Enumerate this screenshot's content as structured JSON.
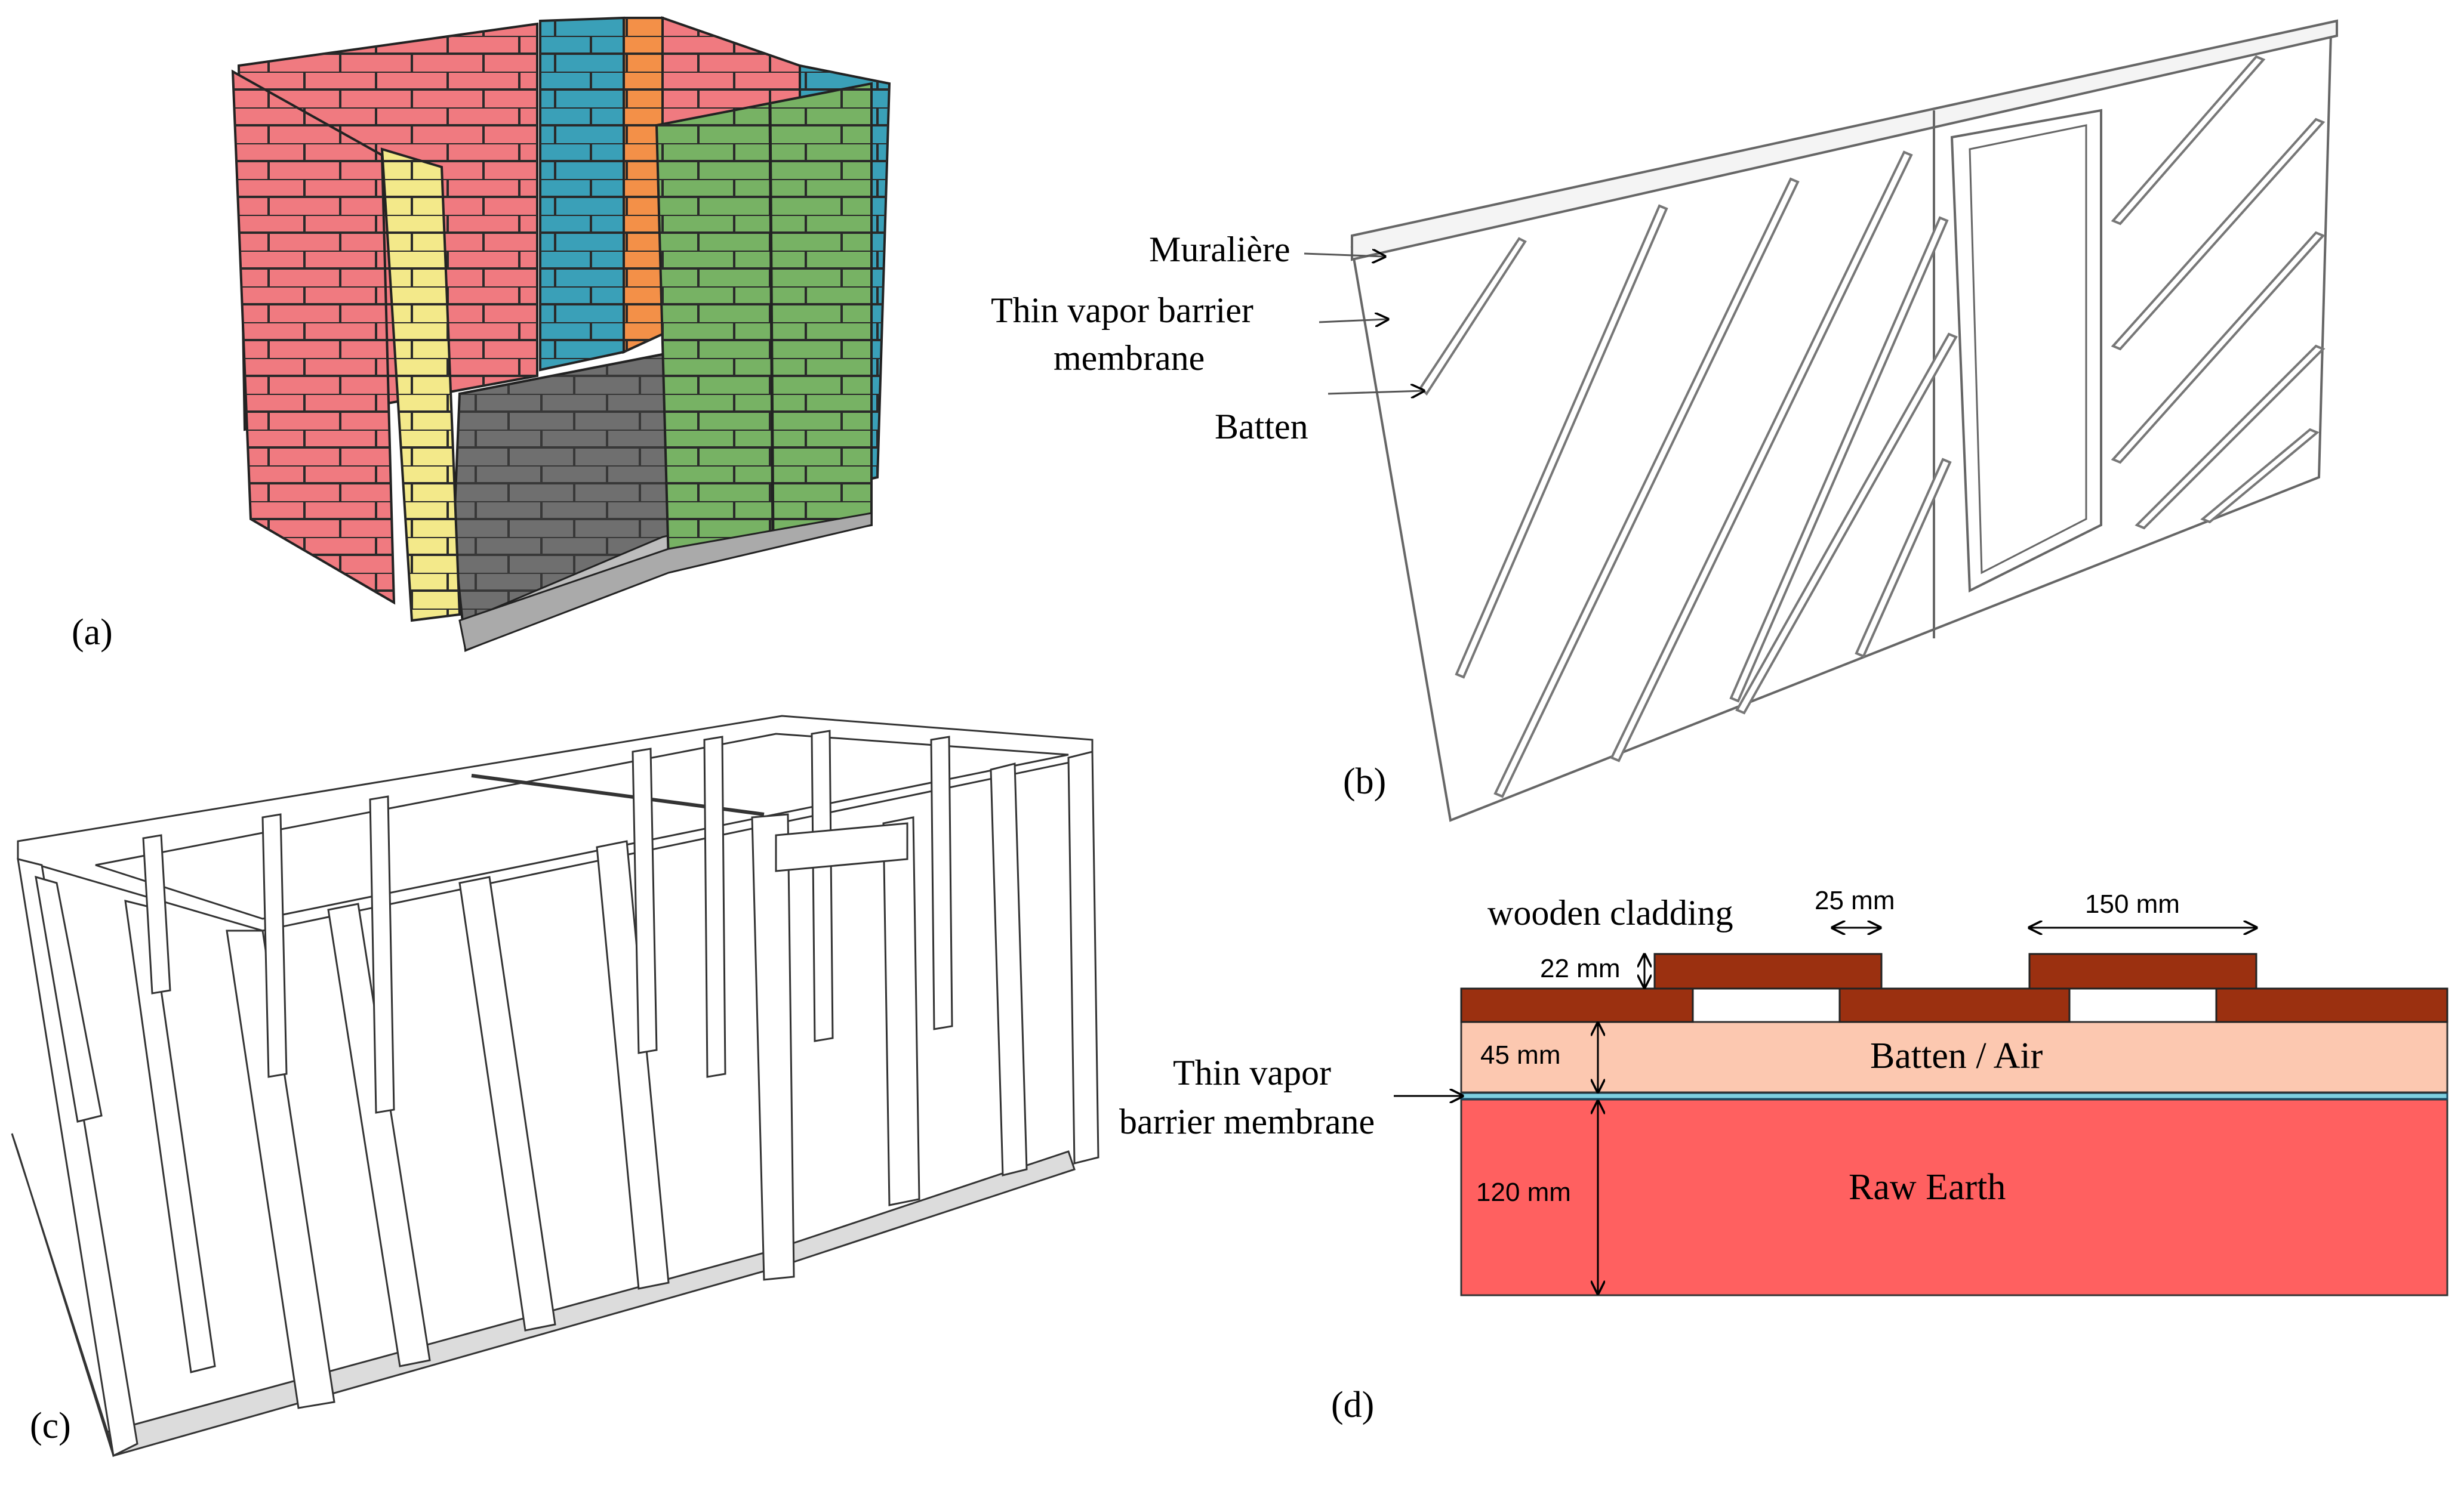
{
  "panels": {
    "a": {
      "caption": "(a)"
    },
    "b": {
      "caption": "(b)",
      "labels": {
        "muraliere": "Muralière",
        "vapor_line1": "Thin vapor barrier",
        "vapor_line2": "membrane",
        "batten": "Batten"
      }
    },
    "c": {
      "caption": "(c)"
    },
    "d": {
      "caption": "(d)",
      "labels": {
        "cladding": "wooden cladding",
        "dim_25": "25 mm",
        "dim_150": "150 mm",
        "dim_22": "22 mm",
        "dim_45": "45 mm",
        "dim_120": "120 mm",
        "batten_air": "Batten / Air",
        "raw_earth": "Raw Earth",
        "vapor_line1": "Thin vapor",
        "vapor_line2": "barrier membrane"
      }
    }
  },
  "colors": {
    "brick_red": "#f07a80",
    "brick_blue": "#3aa0b8",
    "brick_orange": "#f39048",
    "brick_green": "#77b264",
    "brick_yellow": "#f3e98a",
    "floor_gray": "#6f6f6f",
    "cladding_brown": "#9b3010",
    "batten_air": "#fcc8b0",
    "raw_earth": "#ff6060",
    "membrane": "#7fd0e0"
  }
}
